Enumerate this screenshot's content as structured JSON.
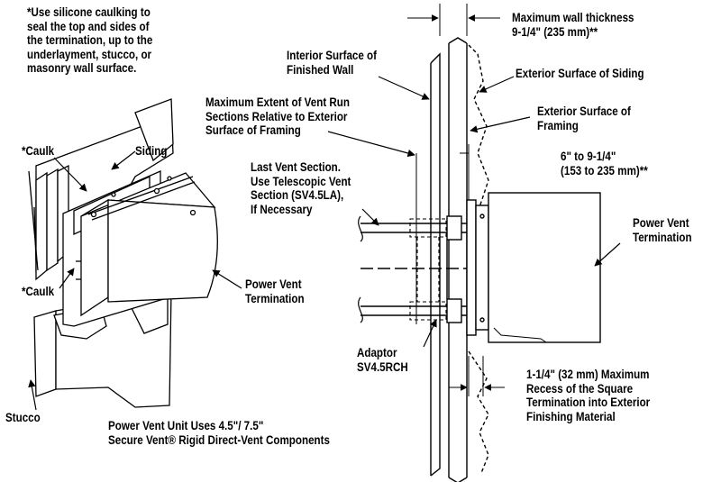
{
  "notes": {
    "caulk_note": [
      "*Use silicone caulking to",
      "seal the top and sides of",
      "the termination, up to the",
      "underlayment, stucco, or",
      "masonry wall surface."
    ],
    "footer": [
      "Power Vent Unit Uses 4.5\"/ 7.5\"",
      "Secure Vent® Rigid Direct-Vent Components"
    ]
  },
  "left_labels": {
    "siding": "Siding",
    "caulk_top": "*Caulk",
    "caulk_bottom": "*Caulk",
    "power_vent": [
      "Power Vent",
      "Termination"
    ],
    "stucco": "Stucco"
  },
  "right_labels": {
    "max_wall": [
      "Maximum  wall thickness",
      "9-1/4\" (235 mm)**"
    ],
    "interior_surface": [
      "Interior Surface of",
      "Finished Wall"
    ],
    "exterior_siding": "Exterior Surface of Siding",
    "exterior_framing": [
      "Exterior Surface of",
      "Framing"
    ],
    "max_extent": [
      "Maximum Extent of Vent Run",
      "Sections Relative to Exterior",
      "Surface of Framing"
    ],
    "range": [
      "6\" to 9-1/4\"",
      "(153 to 235 mm)**"
    ],
    "last_vent": [
      "Last Vent Section.",
      "Use Telescopic Vent",
      "Section (SV4.5LA),",
      "If Necessary"
    ],
    "power_vent": [
      "Power Vent",
      "Termination"
    ],
    "adaptor": [
      "Adaptor",
      "SV4.5RCH"
    ],
    "recess": [
      "1-1/4\" (32 mm) Maximum",
      "Recess of the Square",
      "Termination into Exterior",
      "Finishing Material"
    ]
  }
}
